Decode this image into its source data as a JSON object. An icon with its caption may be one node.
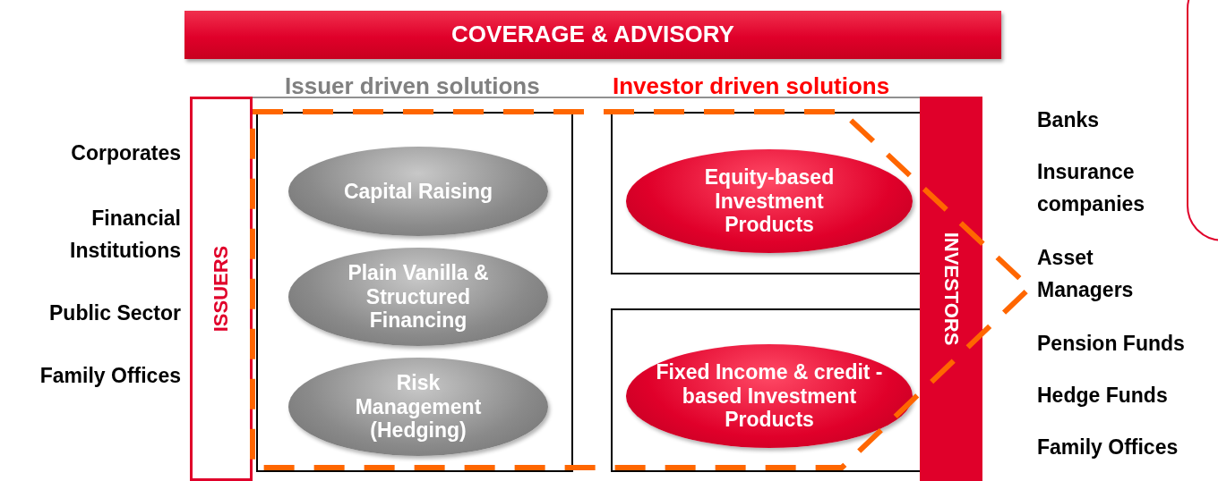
{
  "diagram": {
    "nodes": [
      {
        "text": [
          "COVERAGE & ADVISORY"
        ]
      },
      {
        "text": [
          "ISSUERS"
        ]
      },
      {
        "text": [],
        "shape": "box"
      },
      {
        "text": [
          "Capital Raising"
        ],
        "in": 2
      },
      {
        "text": [
          "Plain Vanilla & Structured Financing"
        ],
        "in": 2
      },
      {
        "text": [
          "Risk Management (Hedging)"
        ],
        "in": 2
      },
      {
        "text": [],
        "shape": "box"
      },
      {
        "text": [
          "Equity-based Investment Products"
        ],
        "in": 6
      },
      {
        "text": [],
        "shape": "box"
      },
      {
        "text": [
          "Fixed Income & credit -based Investment Products"
        ],
        "in": 8
      },
      {
        "text": [
          "INVESTORS"
        ]
      },
      {
        "text": [],
        "shape": "box"
      }
    ],
    "edges": [],
    "labels": [
      "Issuer driven solutions",
      "Investor driven solutions",
      "Corporates",
      "Financial Institutions",
      "Public Sector",
      "Family Offices",
      "Banks",
      "Insurance companies",
      "Asset Managers",
      "Pension Funds",
      "Hedge Funds",
      "Family Offices"
    ]
  }
}
